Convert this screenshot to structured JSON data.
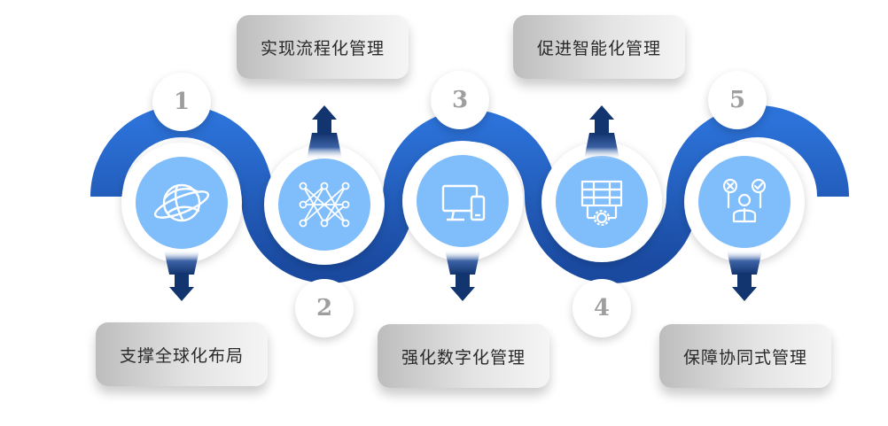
{
  "steps": [
    {
      "number": "1",
      "label": "支撑全球化布局",
      "icon": "globe-icon"
    },
    {
      "number": "2",
      "label": "实现流程化管理",
      "icon": "network-icon"
    },
    {
      "number": "3",
      "label": "强化数字化管理",
      "icon": "computer-devices-icon"
    },
    {
      "number": "4",
      "label": "促进智能化管理",
      "icon": "server-gear-icon"
    },
    {
      "number": "5",
      "label": "保障协同式管理",
      "icon": "collaboration-people-icon"
    }
  ],
  "colors": {
    "ribbon_light": "#2a6fd6",
    "ribbon_dark": "#1b4ea6",
    "icon_fill": "#7fbdfb",
    "arrow": "#12346f",
    "number_text": "#9e9e9e"
  }
}
